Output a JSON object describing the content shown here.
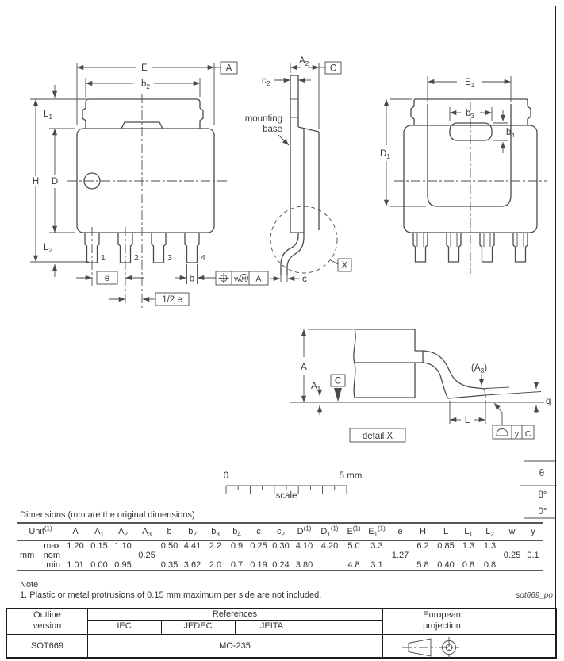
{
  "page": {
    "caption": "Dimensions (mm are the original dimensions)",
    "note_title": "Note",
    "note_text": "1. Plastic or metal protrusions of 0.15 mm maximum per side are not included.",
    "doc_ref": "sot669_po"
  },
  "lbl": {
    "E": "E",
    "H": "H",
    "D": "D",
    "A": "A",
    "C": "C",
    "X": "X",
    "b": "b",
    "c": "c",
    "e": "e",
    "L": "L",
    "q": "q",
    "w": "w",
    "y": "y",
    "M": "M",
    "s1": "1",
    "s2": "2",
    "s3": "3",
    "s4": "4",
    "half_e": "1/2 e",
    "detail_x": "detail X",
    "mounting_1": "mounting",
    "mounting_2": "base",
    "a3_open": "(A",
    "a3_close": ")",
    "pin_1": "1",
    "pin_2": "2",
    "pin_3": "3",
    "pin_4": "4"
  },
  "scalebar": {
    "start": "0",
    "end": "5 mm",
    "label": "scale"
  },
  "theta": {
    "symbol": "θ",
    "max": "8°",
    "min": "0°"
  },
  "dimensions_table": {
    "unit_header": {
      "b": "Unit",
      "sup": "(1)"
    },
    "unit_value": "mm",
    "row_labels": [
      "max",
      "nom",
      "min"
    ],
    "columns": [
      {
        "b": "A"
      },
      {
        "b": "A",
        "sub": "1"
      },
      {
        "b": "A",
        "sub": "2"
      },
      {
        "b": "A",
        "sub": "3"
      },
      {
        "b": "b"
      },
      {
        "b": "b",
        "sub": "2"
      },
      {
        "b": "b",
        "sub": "3"
      },
      {
        "b": "b",
        "sub": "4"
      },
      {
        "b": "c"
      },
      {
        "b": "c",
        "sub": "2"
      },
      {
        "b": "D",
        "sup": "(1)"
      },
      {
        "b": "D",
        "sub": "1",
        "sup": "(1)"
      },
      {
        "b": "E",
        "sup": "(1)"
      },
      {
        "b": "E",
        "sub": "1",
        "sup": "(1)"
      },
      {
        "b": "e"
      },
      {
        "b": "H"
      },
      {
        "b": "L"
      },
      {
        "b": "L",
        "sub": "1"
      },
      {
        "b": "L",
        "sub": "2"
      },
      {
        "b": "w"
      },
      {
        "b": "y"
      }
    ],
    "max": [
      "1.20",
      "0.15",
      "1.10",
      "",
      "0.50",
      "4.41",
      "2.2",
      "0.9",
      "0.25",
      "0.30",
      "4.10",
      "4.20",
      "5.0",
      "3.3",
      "",
      "6.2",
      "0.85",
      "1.3",
      "1.3",
      "",
      ""
    ],
    "nom": [
      "",
      "",
      "",
      "0.25",
      "",
      "",
      "",
      "",
      "",
      "",
      "",
      "",
      "",
      "",
      "1.27",
      "",
      "",
      "",
      "",
      "0.25",
      "0.1"
    ],
    "min": [
      "1.01",
      "0.00",
      "0.95",
      "",
      "0.35",
      "3.62",
      "2.0",
      "0.7",
      "0.19",
      "0.24",
      "3.80",
      "",
      "4.8",
      "3.1",
      "",
      "5.8",
      "0.40",
      "0.8",
      "0.8",
      "",
      ""
    ]
  },
  "title_block": {
    "outline_header_1": "Outline",
    "outline_header_2": "version",
    "references_header": "References",
    "iec": "IEC",
    "jedec": "JEDEC",
    "jeita": "JEITA",
    "outline_value": "SOT669",
    "jedec_value": "MO-235",
    "projection_header_1": "European",
    "projection_header_2": "projection"
  }
}
